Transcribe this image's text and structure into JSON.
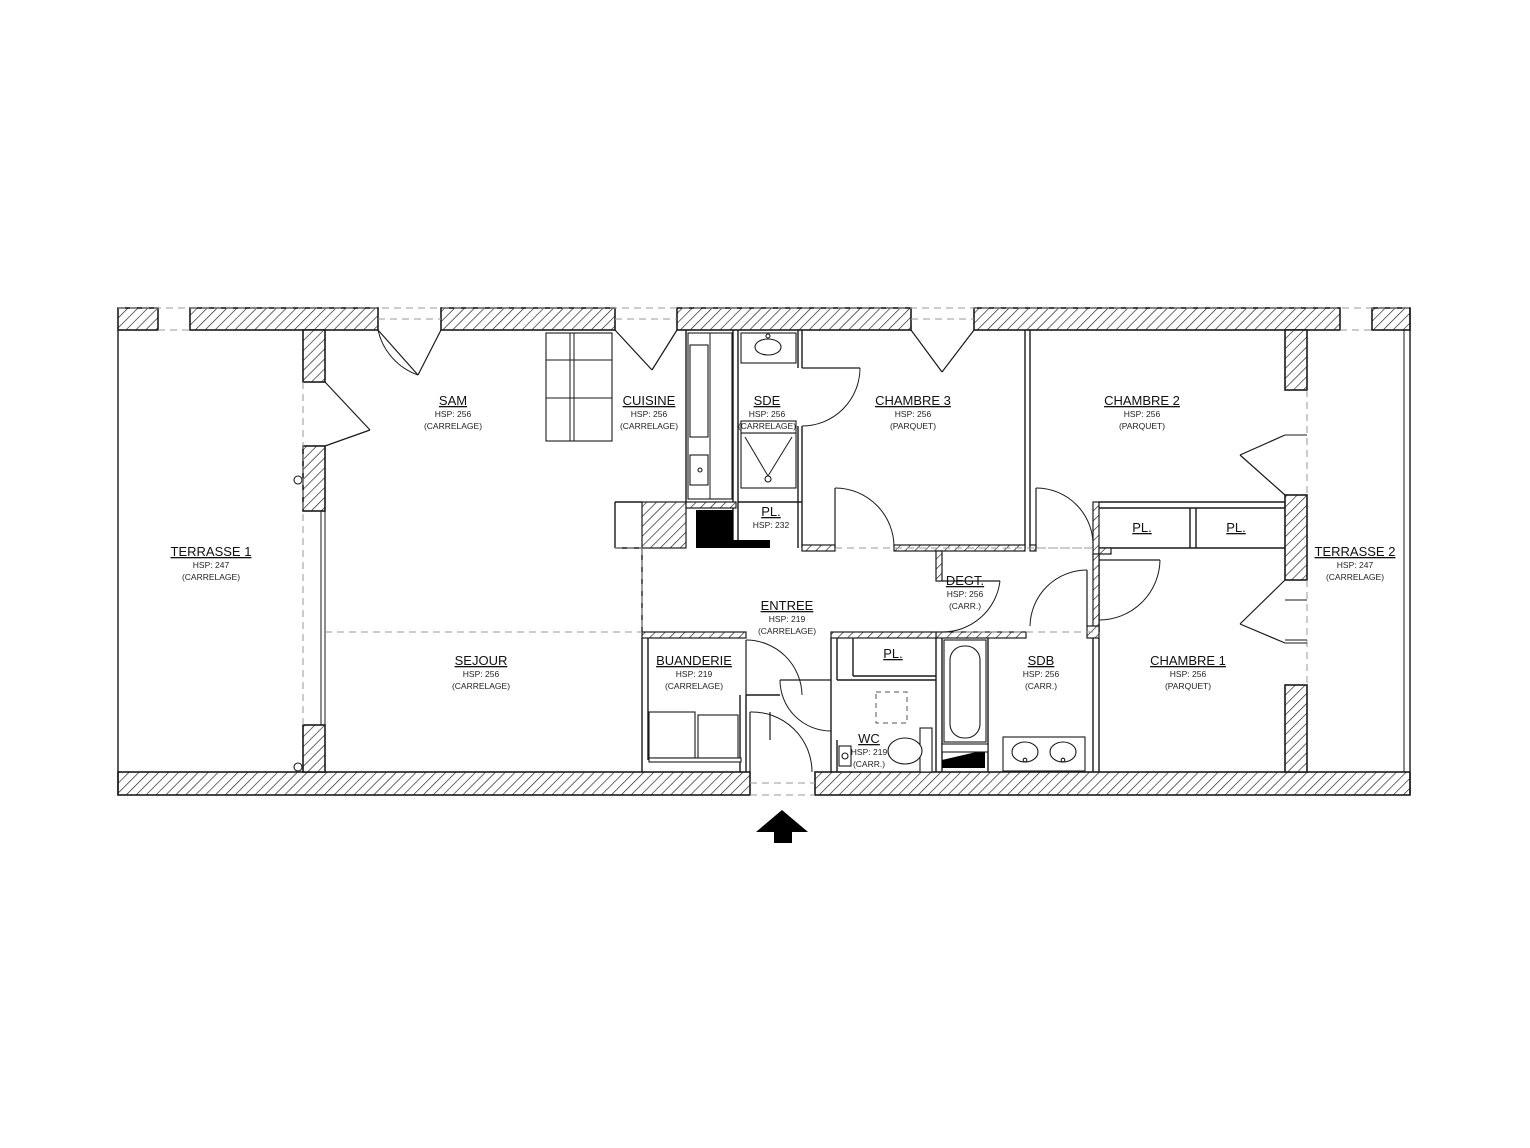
{
  "rooms": {
    "terrasse1": {
      "name": "TERRASSE 1",
      "hsp": "HSP: 247",
      "floor": "(CARRELAGE)"
    },
    "sam": {
      "name": "SAM",
      "hsp": "HSP: 256",
      "floor": "(CARRELAGE)"
    },
    "cuisine": {
      "name": "CUISINE",
      "hsp": "HSP: 256",
      "floor": "(CARRELAGE)"
    },
    "sde": {
      "name": "SDE",
      "hsp": "HSP: 256",
      "floor": "(CARRELAGE)"
    },
    "chambre3": {
      "name": "CHAMBRE 3",
      "hsp": "HSP: 256",
      "floor": "(PARQUET)"
    },
    "chambre2": {
      "name": "CHAMBRE 2",
      "hsp": "HSP: 256",
      "floor": "(PARQUET)"
    },
    "terrasse2": {
      "name": "TERRASSE 2",
      "hsp": "HSP: 247",
      "floor": "(CARRELAGE)"
    },
    "pl_sde": {
      "name": "PL.",
      "hsp": "HSP: 232"
    },
    "pl_ch2a": {
      "name": "PL."
    },
    "pl_ch2b": {
      "name": "PL."
    },
    "degt": {
      "name": "DEGT.",
      "hsp": "HSP: 256",
      "floor": "(CARR.)"
    },
    "entree": {
      "name": "ENTREE",
      "hsp": "HSP: 219",
      "floor": "(CARRELAGE)"
    },
    "sejour": {
      "name": "SEJOUR",
      "hsp": "HSP: 256",
      "floor": "(CARRELAGE)"
    },
    "buanderie": {
      "name": "BUANDERIE",
      "hsp": "HSP: 219",
      "floor": "(CARRELAGE)"
    },
    "pl_entree": {
      "name": "PL."
    },
    "wc": {
      "name": "WC",
      "hsp": "HSP: 219",
      "floor": "(CARR.)"
    },
    "sdb": {
      "name": "SDB",
      "hsp": "HSP: 256",
      "floor": "(CARR.)"
    },
    "chambre1": {
      "name": "CHAMBRE 1",
      "hsp": "HSP: 256",
      "floor": "(PARQUET)"
    }
  }
}
